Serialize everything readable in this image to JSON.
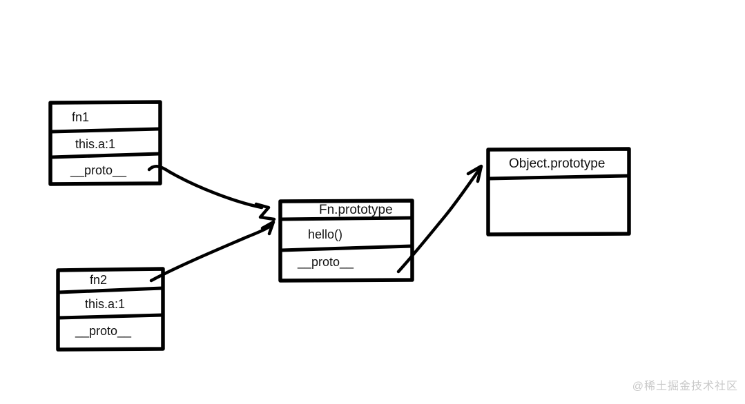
{
  "boxes": {
    "fn1": {
      "rows": [
        "fn1",
        "this.a:1",
        "__proto__"
      ]
    },
    "fn2": {
      "rows": [
        "fn2",
        "this.a:1",
        "__proto__"
      ]
    },
    "fnPrototype": {
      "rows": [
        "Fn.prototype",
        "hello()",
        "__proto__"
      ]
    },
    "objectPrototype": {
      "rows": [
        "Object.prototype"
      ]
    }
  },
  "relations": [
    {
      "from": "fn1.__proto__",
      "to": "Fn.prototype"
    },
    {
      "from": "fn2",
      "to": "Fn.prototype"
    },
    {
      "from": "Fn.prototype.__proto__",
      "to": "Object.prototype"
    }
  ],
  "watermark": "@稀土掘金技术社区",
  "colors": {
    "stroke": "#000000",
    "background": "#ffffff",
    "watermark": "#c9c9c9",
    "text": "#111111"
  }
}
